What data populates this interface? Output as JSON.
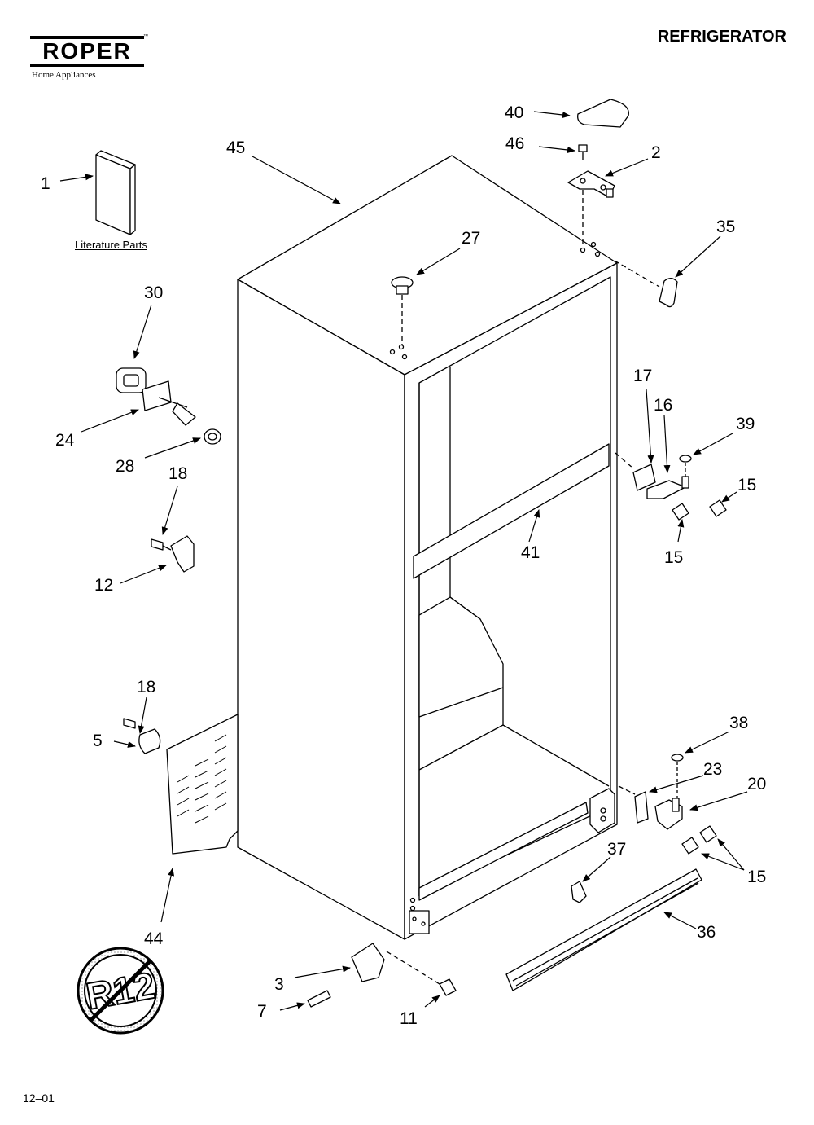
{
  "header": {
    "brand": "ROPER",
    "brand_tm": "™",
    "brand_sub": "Home Appliances",
    "title": "REFRIGERATOR"
  },
  "footer": {
    "code": "12–01"
  },
  "literature_label": "Literature Parts",
  "r12_badge": "R12",
  "callouts": {
    "c1": "1",
    "c2": "2",
    "c3": "3",
    "c5": "5",
    "c7": "7",
    "c11": "11",
    "c12": "12",
    "c15a": "15",
    "c15b": "15",
    "c15c": "15",
    "c16": "16",
    "c17": "17",
    "c18a": "18",
    "c18b": "18",
    "c20": "20",
    "c23": "23",
    "c24": "24",
    "c27": "27",
    "c28": "28",
    "c30": "30",
    "c35": "35",
    "c36": "36",
    "c37": "37",
    "c38": "38",
    "c39": "39",
    "c40": "40",
    "c41": "41",
    "c44": "44",
    "c45": "45",
    "c46": "46"
  }
}
